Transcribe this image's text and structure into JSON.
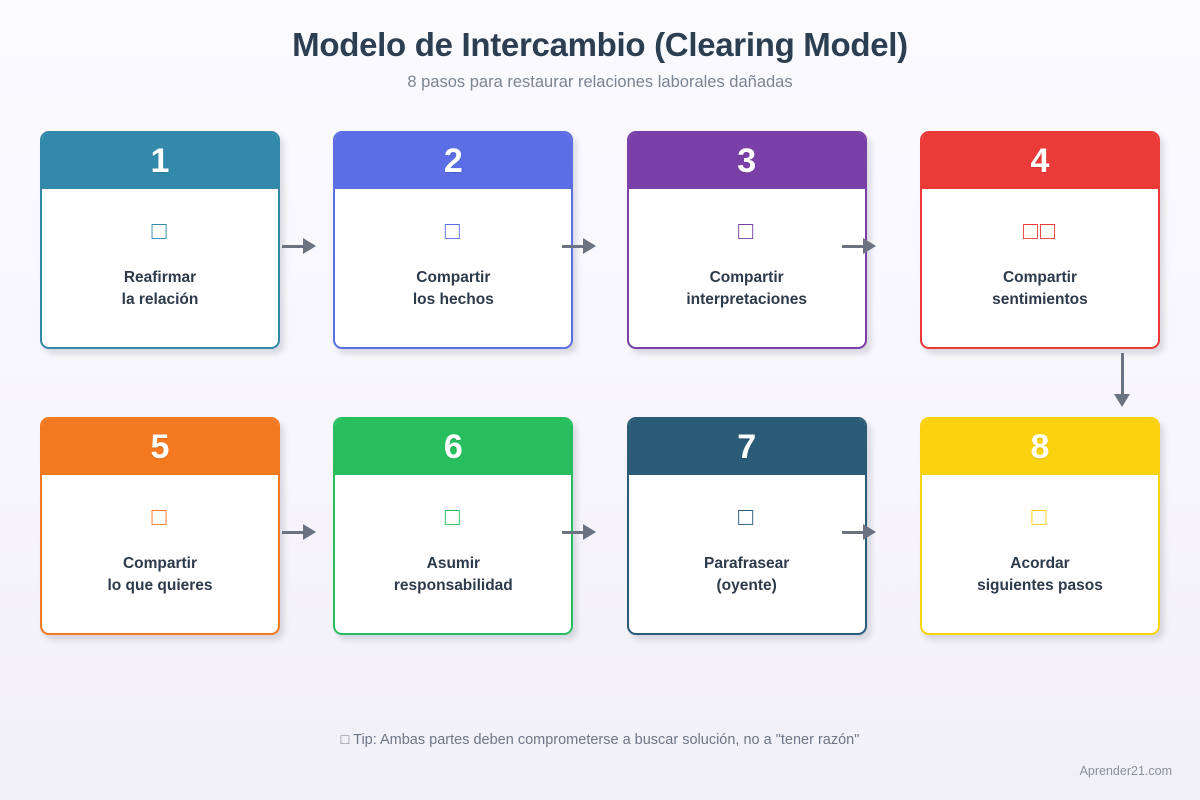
{
  "header": {
    "title": "Modelo de Intercambio (Clearing Model)",
    "subtitle": "8 pasos para restaurar relaciones laborales dañadas"
  },
  "colors": {
    "background_top": "#fbfbfe",
    "background_bottom": "#f2f0f7",
    "title": "#2c3e52",
    "subtitle": "#7a8493",
    "card_label": "#2d3a4a",
    "arrow": "#6b7280",
    "footer_text": "#6e7687",
    "credit_text": "#8a8f9c"
  },
  "steps": [
    {
      "number": "1",
      "label": "Reafirmar\nla relación",
      "icon": "handshake-icon",
      "icon_glyph": "□",
      "color": "#3389aa"
    },
    {
      "number": "2",
      "label": "Compartir\nlos hechos",
      "icon": "clipboard-facts-icon",
      "icon_glyph": "□",
      "color": "#5c6ee6"
    },
    {
      "number": "3",
      "label": "Compartir\ninterpretaciones",
      "icon": "thought-bubble-icon",
      "icon_glyph": "□",
      "color": "#7b3fa8"
    },
    {
      "number": "4",
      "label": "Compartir\nsentimientos",
      "icon": "heart-icon",
      "icon_glyph": "□□",
      "color": "#ea3b39"
    },
    {
      "number": "5",
      "label": "Compartir\nlo que quieres",
      "icon": "target-icon",
      "icon_glyph": "□",
      "color": "#f47920"
    },
    {
      "number": "6",
      "label": "Asumir\nresponsabilidad",
      "icon": "check-shield-icon",
      "icon_glyph": "□",
      "color": "#27bf5e"
    },
    {
      "number": "7",
      "label": "Parafrasear\n(oyente)",
      "icon": "ear-listen-icon",
      "icon_glyph": "□",
      "color": "#2a5b77"
    },
    {
      "number": "8",
      "label": "Acordar\nsiguientes pasos",
      "icon": "calendar-steps-icon",
      "icon_glyph": "□",
      "color": "#fbd210"
    }
  ],
  "footer": {
    "tip": "□ Tip: Ambas partes deben comprometerse a buscar solución, no a \"tener razón\"",
    "credit": "Aprender21.com"
  }
}
